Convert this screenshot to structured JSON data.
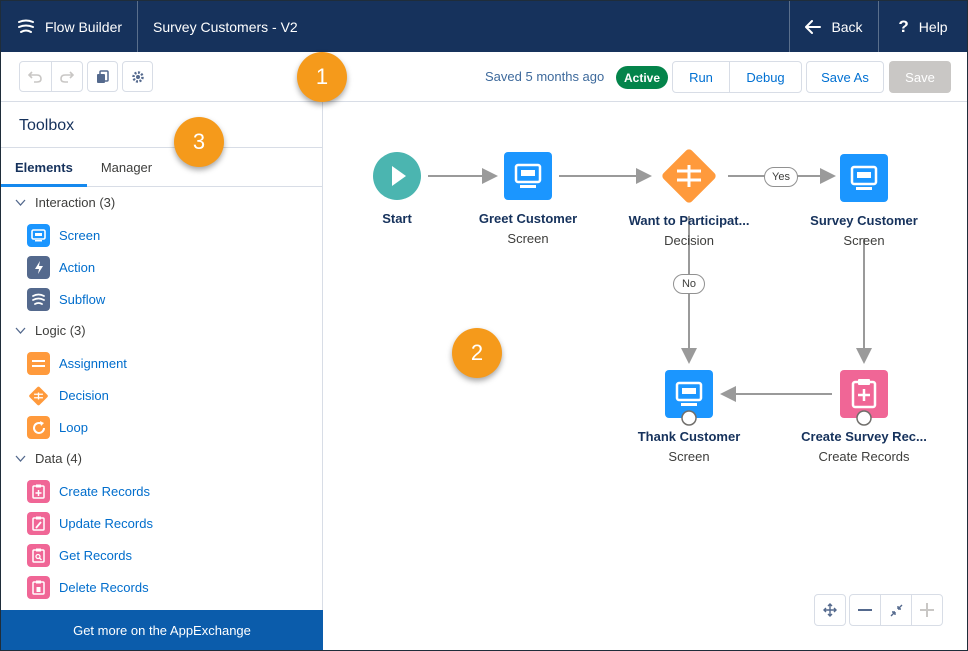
{
  "header": {
    "app_name": "Flow Builder",
    "flow_title": "Survey Customers - V2",
    "back_label": "Back",
    "help_label": "Help"
  },
  "toolbar": {
    "saved_text": "Saved 5 months ago",
    "status_badge": "Active",
    "run_label": "Run",
    "debug_label": "Debug",
    "save_as_label": "Save As",
    "save_label": "Save"
  },
  "toolbox": {
    "title": "Toolbox",
    "tabs": [
      {
        "label": "Elements",
        "active": true
      },
      {
        "label": "Manager",
        "active": false
      }
    ],
    "groups": [
      {
        "label": "Interaction (3)",
        "items": [
          {
            "label": "Screen",
            "icon": "screen-icon",
            "color": "#1b96ff"
          },
          {
            "label": "Action",
            "icon": "lightning-icon",
            "color": "#54698d"
          },
          {
            "label": "Subflow",
            "icon": "subflow-icon",
            "color": "#54698d"
          }
        ]
      },
      {
        "label": "Logic (3)",
        "items": [
          {
            "label": "Assignment",
            "icon": "assignment-icon",
            "color": "#ff9a3c"
          },
          {
            "label": "Decision",
            "icon": "decision-icon",
            "color": "#ff9a3c"
          },
          {
            "label": "Loop",
            "icon": "loop-icon",
            "color": "#ff9a3c"
          }
        ]
      },
      {
        "label": "Data (4)",
        "items": [
          {
            "label": "Create Records",
            "icon": "create-records-icon",
            "color": "#f06696"
          },
          {
            "label": "Update Records",
            "icon": "update-records-icon",
            "color": "#f06696"
          },
          {
            "label": "Get Records",
            "icon": "get-records-icon",
            "color": "#f06696"
          },
          {
            "label": "Delete Records",
            "icon": "delete-records-icon",
            "color": "#f06696"
          }
        ]
      }
    ],
    "appexchange_label": "Get more on the AppExchange"
  },
  "canvas": {
    "nodes": [
      {
        "label": "Start",
        "sub": ""
      },
      {
        "label": "Greet Customer",
        "sub": "Screen"
      },
      {
        "label": "Want to Participat...",
        "sub": "Decision"
      },
      {
        "label": "Survey Customer",
        "sub": "Screen"
      },
      {
        "label": "Thank Customer",
        "sub": "Screen"
      },
      {
        "label": "Create Survey Rec...",
        "sub": "Create Records"
      }
    ],
    "connector_yes": "Yes",
    "connector_no": "No"
  },
  "callouts": [
    "1",
    "2",
    "3"
  ],
  "colors": {
    "header_bg": "#16325c",
    "active_badge": "#04844b",
    "screen": "#1b96ff",
    "decision": "#ff9a3c",
    "records": "#f06696",
    "start": "#4bb5b0",
    "callout": "#f59a1b",
    "appexchange_bg": "#0b5cab"
  }
}
